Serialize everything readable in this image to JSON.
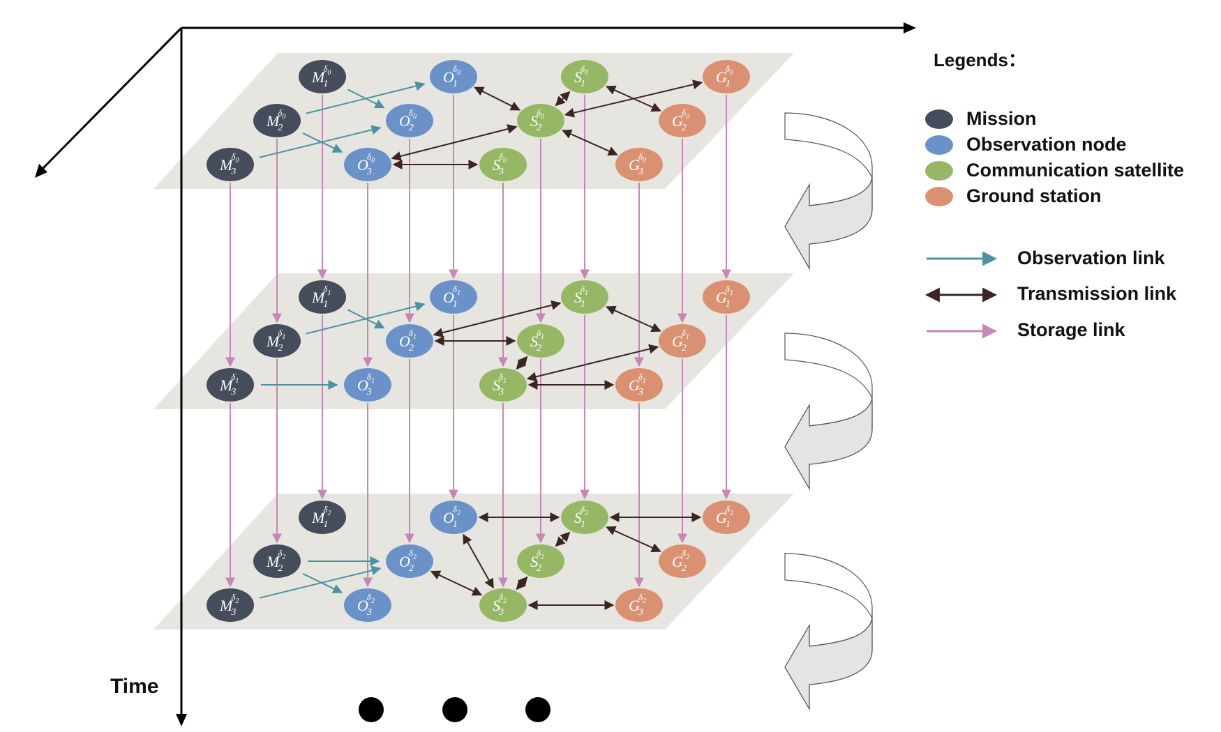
{
  "legend": {
    "title": "Legends：",
    "nodes": [
      {
        "label": "Mission",
        "color": "#454d5c"
      },
      {
        "label": "Observation node",
        "color": "#6a92c8"
      },
      {
        "label": "Communication satellite",
        "color": "#96b865"
      },
      {
        "label": "Ground station",
        "color": "#d99172"
      }
    ],
    "links": [
      {
        "label": "Observation link",
        "color": "#4a93a0",
        "style": "one-way"
      },
      {
        "label": "Transmission link",
        "color": "#3a2424",
        "style": "two-way"
      },
      {
        "label": "Storage link",
        "color": "#c487b6",
        "style": "one-way"
      }
    ]
  },
  "axis": {
    "time_label": "Time"
  },
  "node_types": {
    "M": {
      "letter": "M",
      "color": "#454d5c"
    },
    "O": {
      "letter": "O",
      "color": "#6a92c8"
    },
    "S": {
      "letter": "S",
      "color": "#96b865"
    },
    "G": {
      "letter": "G",
      "color": "#d99172"
    }
  },
  "layers": [
    {
      "time": "δ",
      "time_index": "0",
      "observation_links": [
        [
          "M1",
          "O2"
        ],
        [
          "M2",
          "O1"
        ],
        [
          "M2",
          "O3"
        ],
        [
          "M3",
          "O2"
        ]
      ],
      "transmission_links": [
        [
          "O1",
          "S2"
        ],
        [
          "S1",
          "S2"
        ],
        [
          "S1",
          "G2"
        ],
        [
          "S2",
          "G1"
        ],
        [
          "S2",
          "O3"
        ],
        [
          "S2",
          "G3"
        ],
        [
          "O3",
          "S3"
        ]
      ]
    },
    {
      "time": "δ",
      "time_index": "1",
      "observation_links": [
        [
          "M1",
          "O2"
        ],
        [
          "M2",
          "O1"
        ],
        [
          "M3",
          "O3"
        ]
      ],
      "transmission_links": [
        [
          "O2",
          "S1"
        ],
        [
          "O2",
          "S2"
        ],
        [
          "S1",
          "G2"
        ],
        [
          "S2",
          "S3"
        ],
        [
          "S3",
          "G2"
        ],
        [
          "S3",
          "G3"
        ]
      ]
    },
    {
      "time": "δ",
      "time_index": "2",
      "observation_links": [
        [
          "M2",
          "O2"
        ],
        [
          "M2",
          "O3"
        ],
        [
          "M3",
          "O2"
        ]
      ],
      "transmission_links": [
        [
          "O1",
          "S1"
        ],
        [
          "S1",
          "G1"
        ],
        [
          "O1",
          "S3"
        ],
        [
          "S1",
          "S2"
        ],
        [
          "S1",
          "G2"
        ],
        [
          "O2",
          "S3"
        ],
        [
          "S2",
          "S3"
        ],
        [
          "S3",
          "G3"
        ]
      ]
    }
  ],
  "storage_links": "each node links to the same node in the next time layer",
  "continuation": "● ● ●"
}
